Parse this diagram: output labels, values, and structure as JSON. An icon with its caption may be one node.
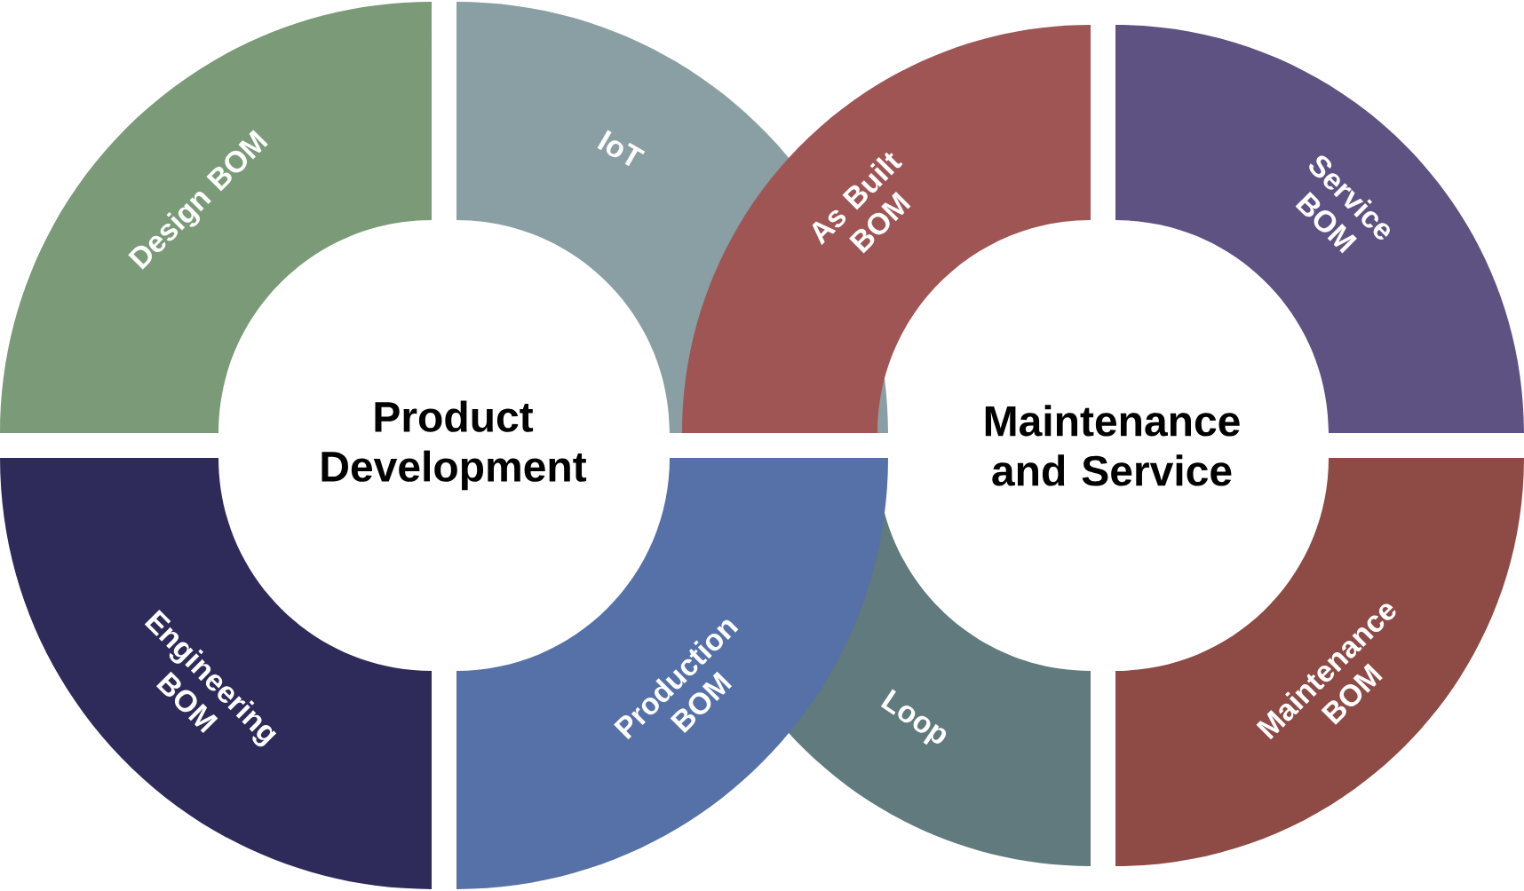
{
  "diagram": {
    "nodes": [
      {
        "text": [
          "Design BOM"
        ]
      },
      {
        "text": [
          "IoT"
        ]
      },
      {
        "text": [
          "As Built BOM"
        ]
      },
      {
        "text": [
          "Service BOM"
        ]
      },
      {
        "text": [
          "Engineering BOM"
        ]
      },
      {
        "text": [
          "Production BOM"
        ]
      },
      {
        "text": [
          "Loop"
        ]
      },
      {
        "text": [
          "Maintenance BOM"
        ]
      }
    ],
    "labels": [
      "Product Development",
      "Maintenance and Service"
    ]
  }
}
